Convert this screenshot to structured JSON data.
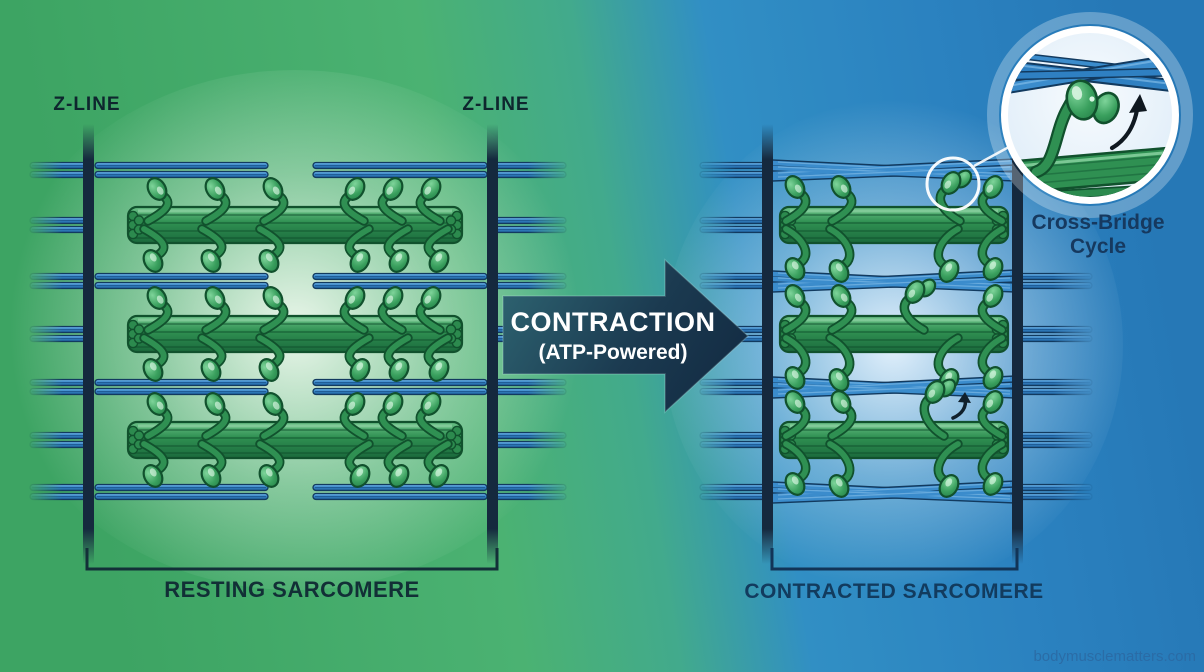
{
  "title": "Sarcomere Contraction Diagram",
  "labels": {
    "z_line_left": "Z-LINE",
    "z_line_right": "Z-LINE",
    "arrow_title": "CONTRACTION",
    "arrow_subtitle": "(ATP-Powered)",
    "inset_caption_line1": "Cross-Bridge",
    "inset_caption_line2": "Cycle",
    "left_caption": "RESTING SARCOMERE",
    "right_caption": "CONTRACTED SARCOMERE",
    "watermark": "bodymusclematters.com"
  },
  "structure": {
    "sarcomeres": [
      {
        "name": "resting",
        "z_lines": 2,
        "actin_rows": 4,
        "myosin_filaments": 3,
        "actin_overlap": "partial"
      },
      {
        "name": "contracted",
        "z_lines": 2,
        "actin_rows": 4,
        "myosin_filaments": 3,
        "actin_overlap": "full"
      }
    ],
    "inset": {
      "shows": "myosin head binding actin",
      "arrow": "power-stroke direction"
    }
  },
  "colors": {
    "bgGreen": "#43ad6b",
    "bgBlue": "#2b82c0",
    "glowLeft": "#f3faf1",
    "glowRight": "#eaf5fe",
    "zline": "#15293e",
    "actin": "#3585c8",
    "actinLight": "#7cbcea",
    "actinDark": "#123a5f",
    "myosin": "#2f9052",
    "myosinLight": "#6cc288",
    "myosinDark": "#11512d",
    "arrowNavy": "#16344a",
    "textGreenDark": "#0e262e",
    "textNavy": "#153a5e",
    "watermark": "#2b6aa4",
    "white": "#ffffff"
  }
}
